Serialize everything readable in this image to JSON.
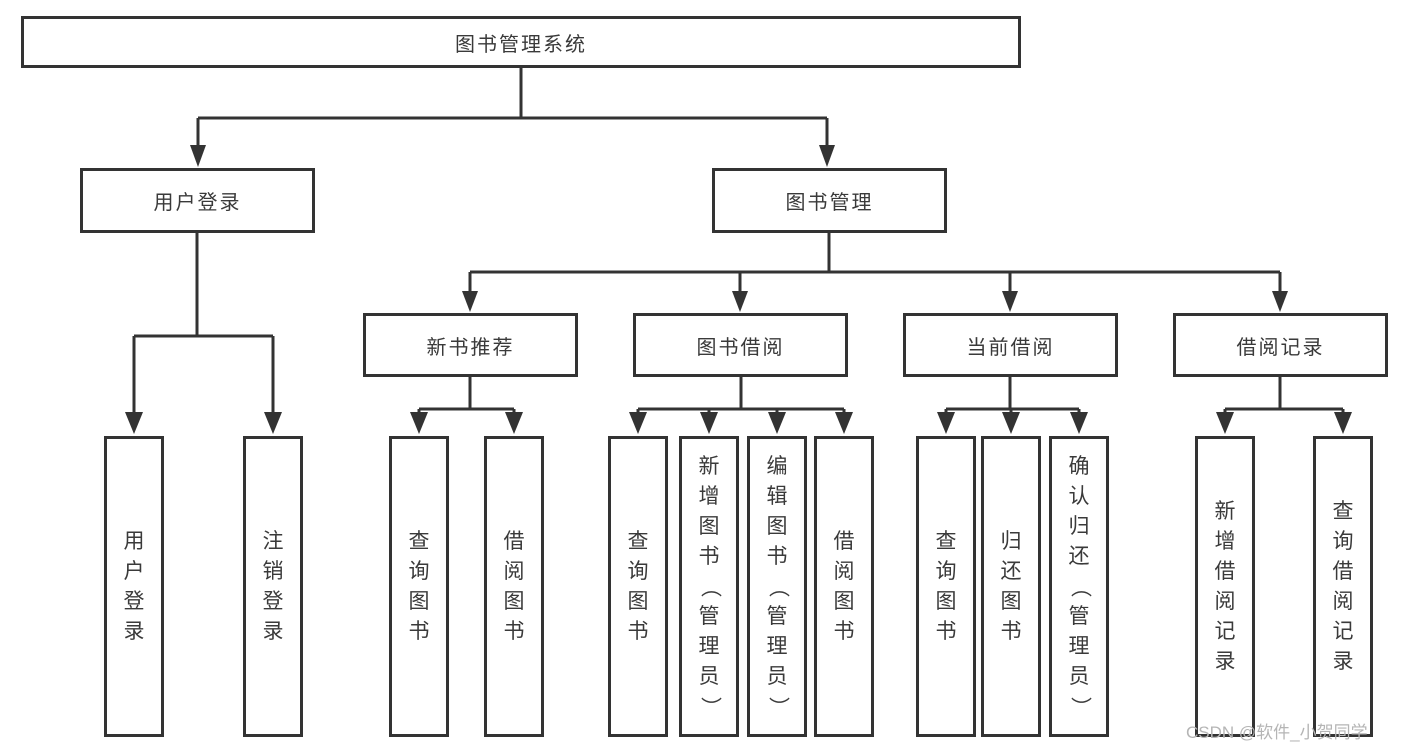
{
  "tree": {
    "root": "图书管理系统",
    "user_login": {
      "label": "用户登录",
      "children": [
        "用户登录",
        "注销登录"
      ]
    },
    "book_management": {
      "label": "图书管理",
      "sections": [
        {
          "label": "新书推荐",
          "children": [
            "查询图书",
            "借阅图书"
          ]
        },
        {
          "label": "图书借阅",
          "children": [
            "查询图书",
            "新增图书（管理员）",
            "编辑图书（管理员）",
            "借阅图书"
          ]
        },
        {
          "label": "当前借阅",
          "children": [
            "查询图书",
            "归还图书",
            "确认归还（管理员）"
          ]
        },
        {
          "label": "借阅记录",
          "children": [
            "新增借阅记录",
            "查询借阅记录"
          ]
        }
      ]
    }
  },
  "watermark": "CSDN @软件_小贺同学",
  "colors": {
    "line": "#333333",
    "text": "#3a3a3a",
    "background": "#ffffff",
    "watermark": "#b5b5b5"
  }
}
